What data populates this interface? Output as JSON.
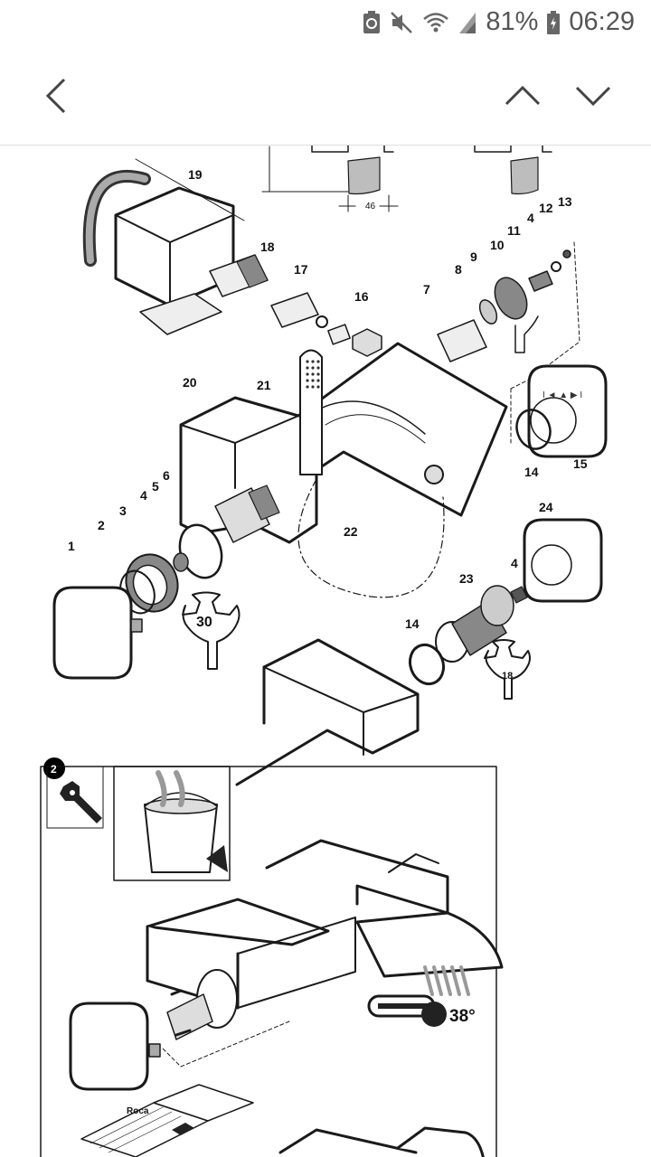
{
  "status": {
    "battery_percent": "81%",
    "time": "06:29"
  },
  "figure1": {
    "dimension": "46",
    "callouts": [
      {
        "id": "c19",
        "text": "19"
      },
      {
        "id": "c18",
        "text": "18"
      },
      {
        "id": "c17",
        "text": "17"
      },
      {
        "id": "c16",
        "text": "16"
      },
      {
        "id": "c7",
        "text": "7"
      },
      {
        "id": "c8",
        "text": "8"
      },
      {
        "id": "c9",
        "text": "9"
      },
      {
        "id": "c10",
        "text": "10"
      },
      {
        "id": "c11",
        "text": "11"
      },
      {
        "id": "c4a",
        "text": "4"
      },
      {
        "id": "c12",
        "text": "12"
      },
      {
        "id": "c13",
        "text": "13"
      },
      {
        "id": "c20",
        "text": "20"
      },
      {
        "id": "c21",
        "text": "21"
      },
      {
        "id": "c14a",
        "text": "14"
      },
      {
        "id": "c15",
        "text": "15"
      },
      {
        "id": "c6",
        "text": "6"
      },
      {
        "id": "c5",
        "text": "5"
      },
      {
        "id": "c4b",
        "text": "4"
      },
      {
        "id": "c3",
        "text": "3"
      },
      {
        "id": "c2",
        "text": "2"
      },
      {
        "id": "c1",
        "text": "1"
      },
      {
        "id": "c22",
        "text": "22"
      },
      {
        "id": "c24",
        "text": "24"
      },
      {
        "id": "c23",
        "text": "23"
      },
      {
        "id": "c4c",
        "text": "4"
      },
      {
        "id": "c14b",
        "text": "14"
      }
    ],
    "wrench_sizes": [
      "30",
      "18"
    ]
  },
  "figure2": {
    "step": "2",
    "temperature": "38°",
    "brand": "Roca"
  }
}
